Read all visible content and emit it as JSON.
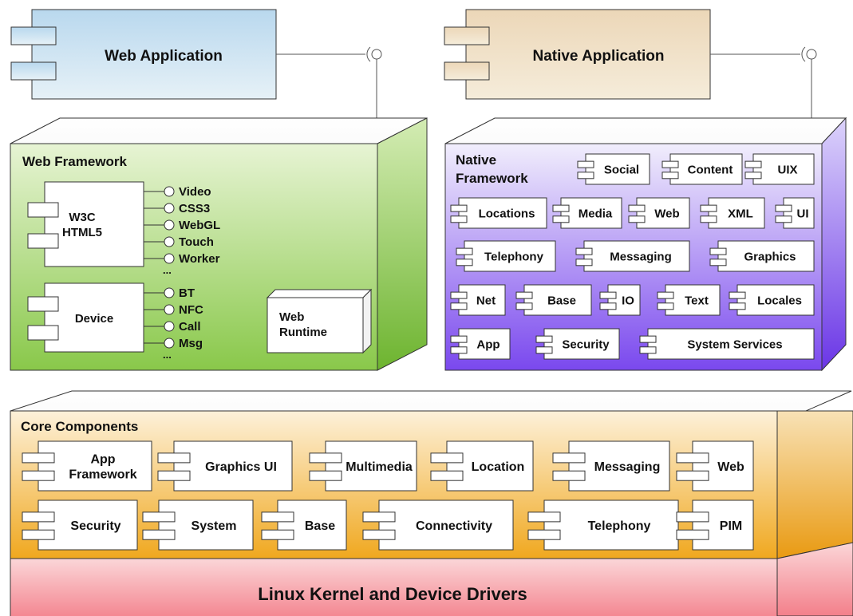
{
  "web_application": {
    "label": "Web Application"
  },
  "native_application": {
    "label": "Native Application"
  },
  "web_framework": {
    "title": "Web Framework",
    "w3c": {
      "lines": [
        "W3C",
        "HTML5"
      ],
      "interfaces": [
        "Video",
        "CSS3",
        "WebGL",
        "Touch",
        "Worker",
        "..."
      ]
    },
    "device": {
      "label": "Device",
      "interfaces": [
        "BT",
        "NFC",
        "Call",
        "Msg",
        "..."
      ]
    },
    "runtime": {
      "lines": [
        "Web",
        "Runtime"
      ]
    }
  },
  "native_framework": {
    "title_lines": [
      "Native",
      "Framework"
    ],
    "components": [
      "Social",
      "Content",
      "UIX",
      "Locations",
      "Media",
      "Web",
      "XML",
      "UI",
      "Telephony",
      "Messaging",
      "Graphics",
      "Net",
      "Base",
      "IO",
      "Text",
      "Locales",
      "App",
      "Security",
      "System Services"
    ]
  },
  "core_components": {
    "title": "Core Components",
    "components": [
      [
        "App",
        "Framework"
      ],
      [
        "Graphics UI"
      ],
      [
        "Multimedia"
      ],
      [
        "Location"
      ],
      [
        "Messaging"
      ],
      [
        "Web"
      ],
      [
        "Security"
      ],
      [
        "System"
      ],
      [
        "Base"
      ],
      [
        "Connectivity"
      ],
      [
        "Telephony"
      ],
      [
        "PIM"
      ]
    ]
  },
  "kernel": {
    "label": "Linux Kernel and Device Drivers"
  },
  "colors": {
    "web_app": "#bcdcef",
    "native_app": "#f0dfc2",
    "web_framework": "#9fd568",
    "native_framework": "#8f68f2",
    "core": "#f2b237",
    "kernel": "#f58e97"
  }
}
